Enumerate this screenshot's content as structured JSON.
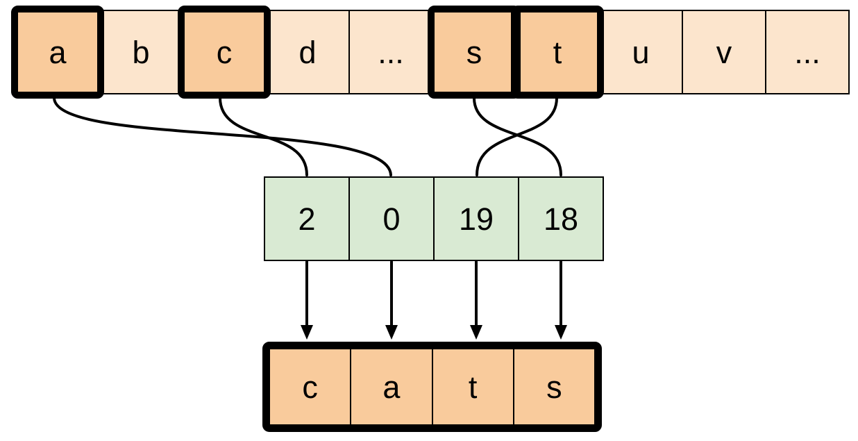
{
  "colors": {
    "base_fill": "#FCE5CD",
    "highlight_fill": "#F9CB9C",
    "index_fill": "#D9EAD3",
    "word_fill": "#F9CB9C",
    "stroke": "#000000"
  },
  "alphabet_row": {
    "cells": [
      {
        "label": "a",
        "highlighted": true
      },
      {
        "label": "b",
        "highlighted": false
      },
      {
        "label": "c",
        "highlighted": true
      },
      {
        "label": "d",
        "highlighted": false
      },
      {
        "label": "...",
        "highlighted": false
      },
      {
        "label": "s",
        "highlighted": true
      },
      {
        "label": "t",
        "highlighted": true
      },
      {
        "label": "u",
        "highlighted": false
      },
      {
        "label": "v",
        "highlighted": false
      },
      {
        "label": "...",
        "highlighted": false
      }
    ]
  },
  "index_row": {
    "cells": [
      {
        "label": "2"
      },
      {
        "label": "0"
      },
      {
        "label": "19"
      },
      {
        "label": "18"
      }
    ]
  },
  "word_row": {
    "cells": [
      {
        "label": "c"
      },
      {
        "label": "a"
      },
      {
        "label": "t"
      },
      {
        "label": "s"
      }
    ]
  },
  "mappings": [
    {
      "from": "c",
      "to": "2"
    },
    {
      "from": "a",
      "to": "0"
    },
    {
      "from": "t",
      "to": "19"
    },
    {
      "from": "s",
      "to": "18"
    }
  ]
}
